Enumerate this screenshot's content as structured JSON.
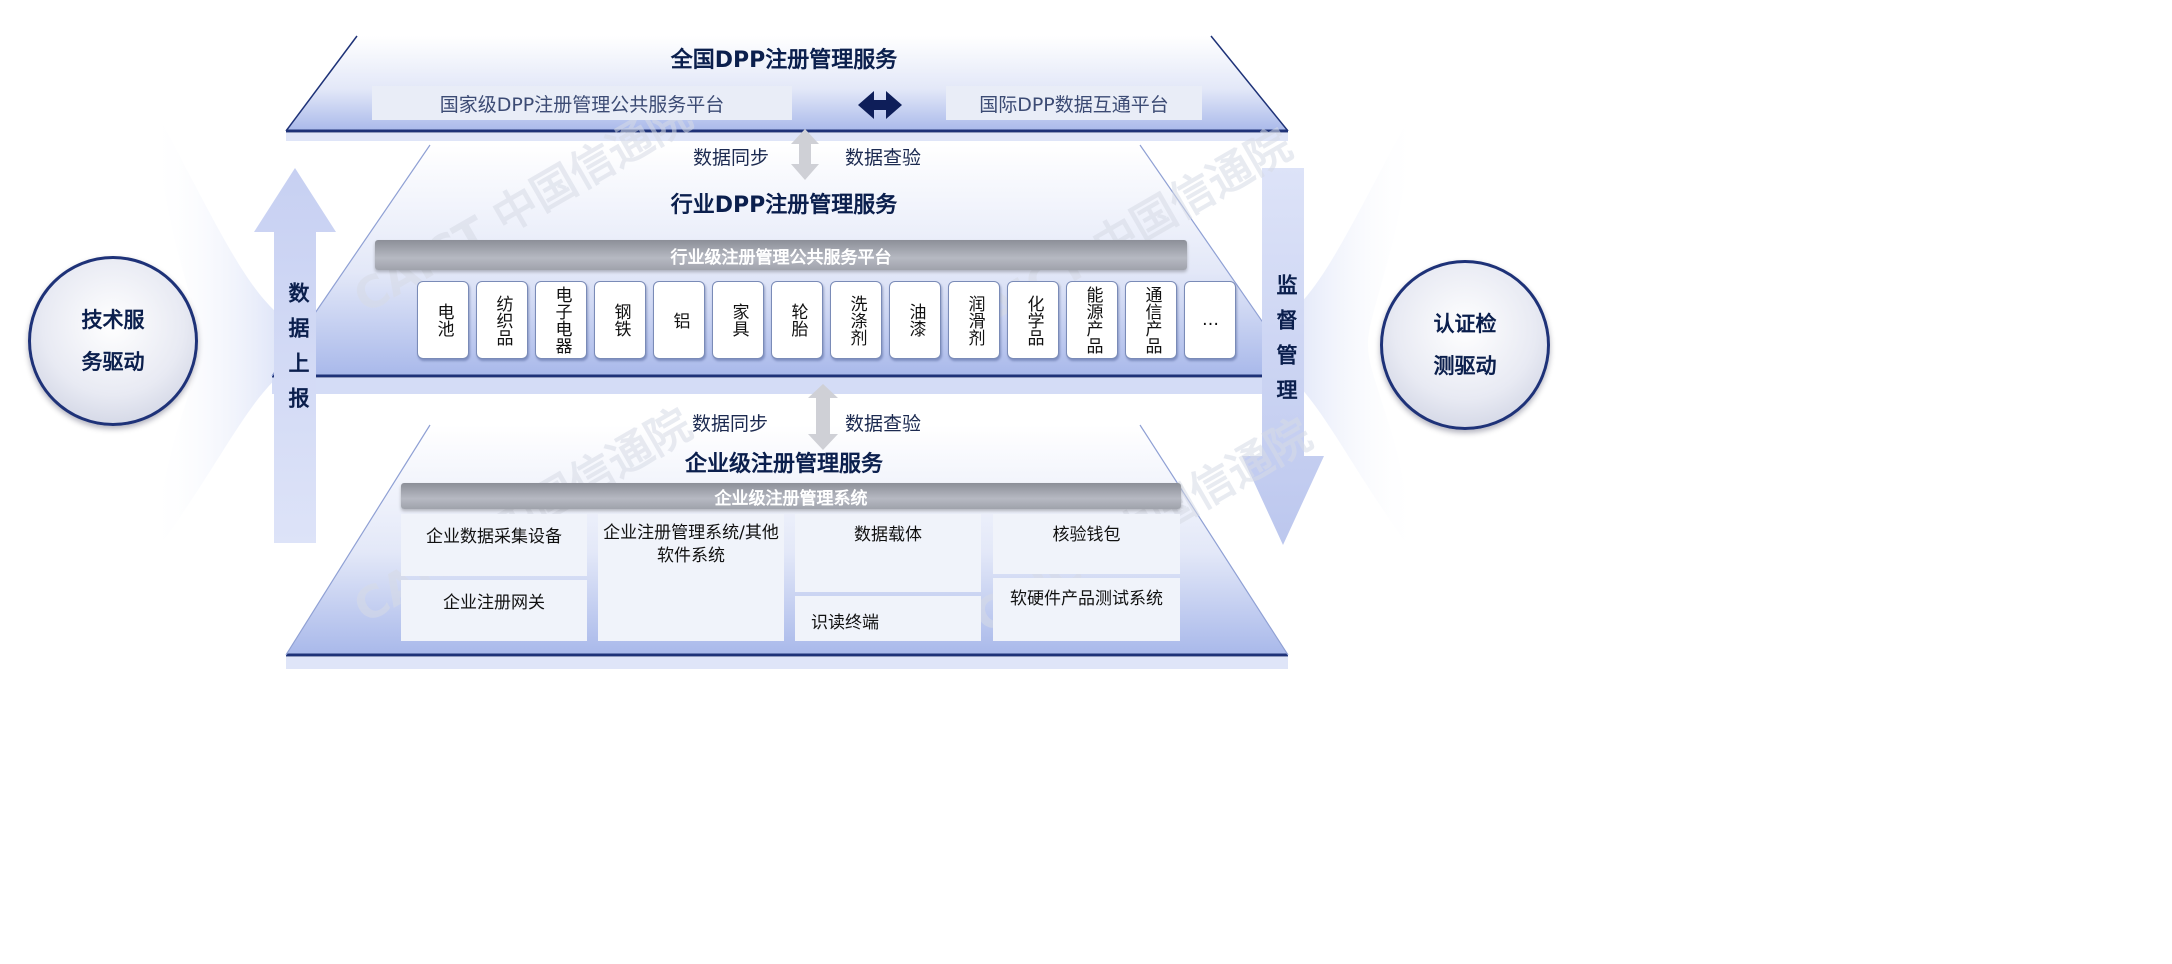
{
  "top": {
    "title": "全国DPP注册管理服务",
    "left_platform": "国家级DPP注册管理公共服务平台",
    "right_platform": "国际DPP数据互通平台"
  },
  "sync1": {
    "left": "数据同步",
    "right": "数据查验"
  },
  "middle": {
    "title": "行业DPP注册管理服务",
    "platform": "行业级注册管理公共服务平台",
    "industries": [
      "电池",
      "纺织品",
      "电子电器",
      "钢铁",
      "铝",
      "家具",
      "轮胎",
      "洗涤剂",
      "油漆",
      "润滑剂",
      "化学品",
      "能源产品",
      "通信产品",
      "…"
    ]
  },
  "sync2": {
    "left": "数据同步",
    "right": "数据查验"
  },
  "bottom": {
    "title": "企业级注册管理服务",
    "system": "企业级注册管理系统",
    "collect": "企业数据采集设备",
    "gateway": "企业注册网关",
    "software": "企业注册管理系统/其他软件系统",
    "carrier": "数据载体",
    "reader": "识读终端",
    "wallet": "核验钱包",
    "testing": "软硬件产品测试系统"
  },
  "left_circle": {
    "line1": "技术服",
    "line2": "务驱动"
  },
  "right_circle": {
    "line1": "认证检",
    "line2": "测驱动"
  },
  "left_arrow_text": "数据上报",
  "right_arrow_text": "监督管理",
  "watermark": "CAICT 中国信通院",
  "colors": {
    "navy": "#1e3278",
    "band": "#c9d4f2",
    "title": "#0b1f4d"
  }
}
